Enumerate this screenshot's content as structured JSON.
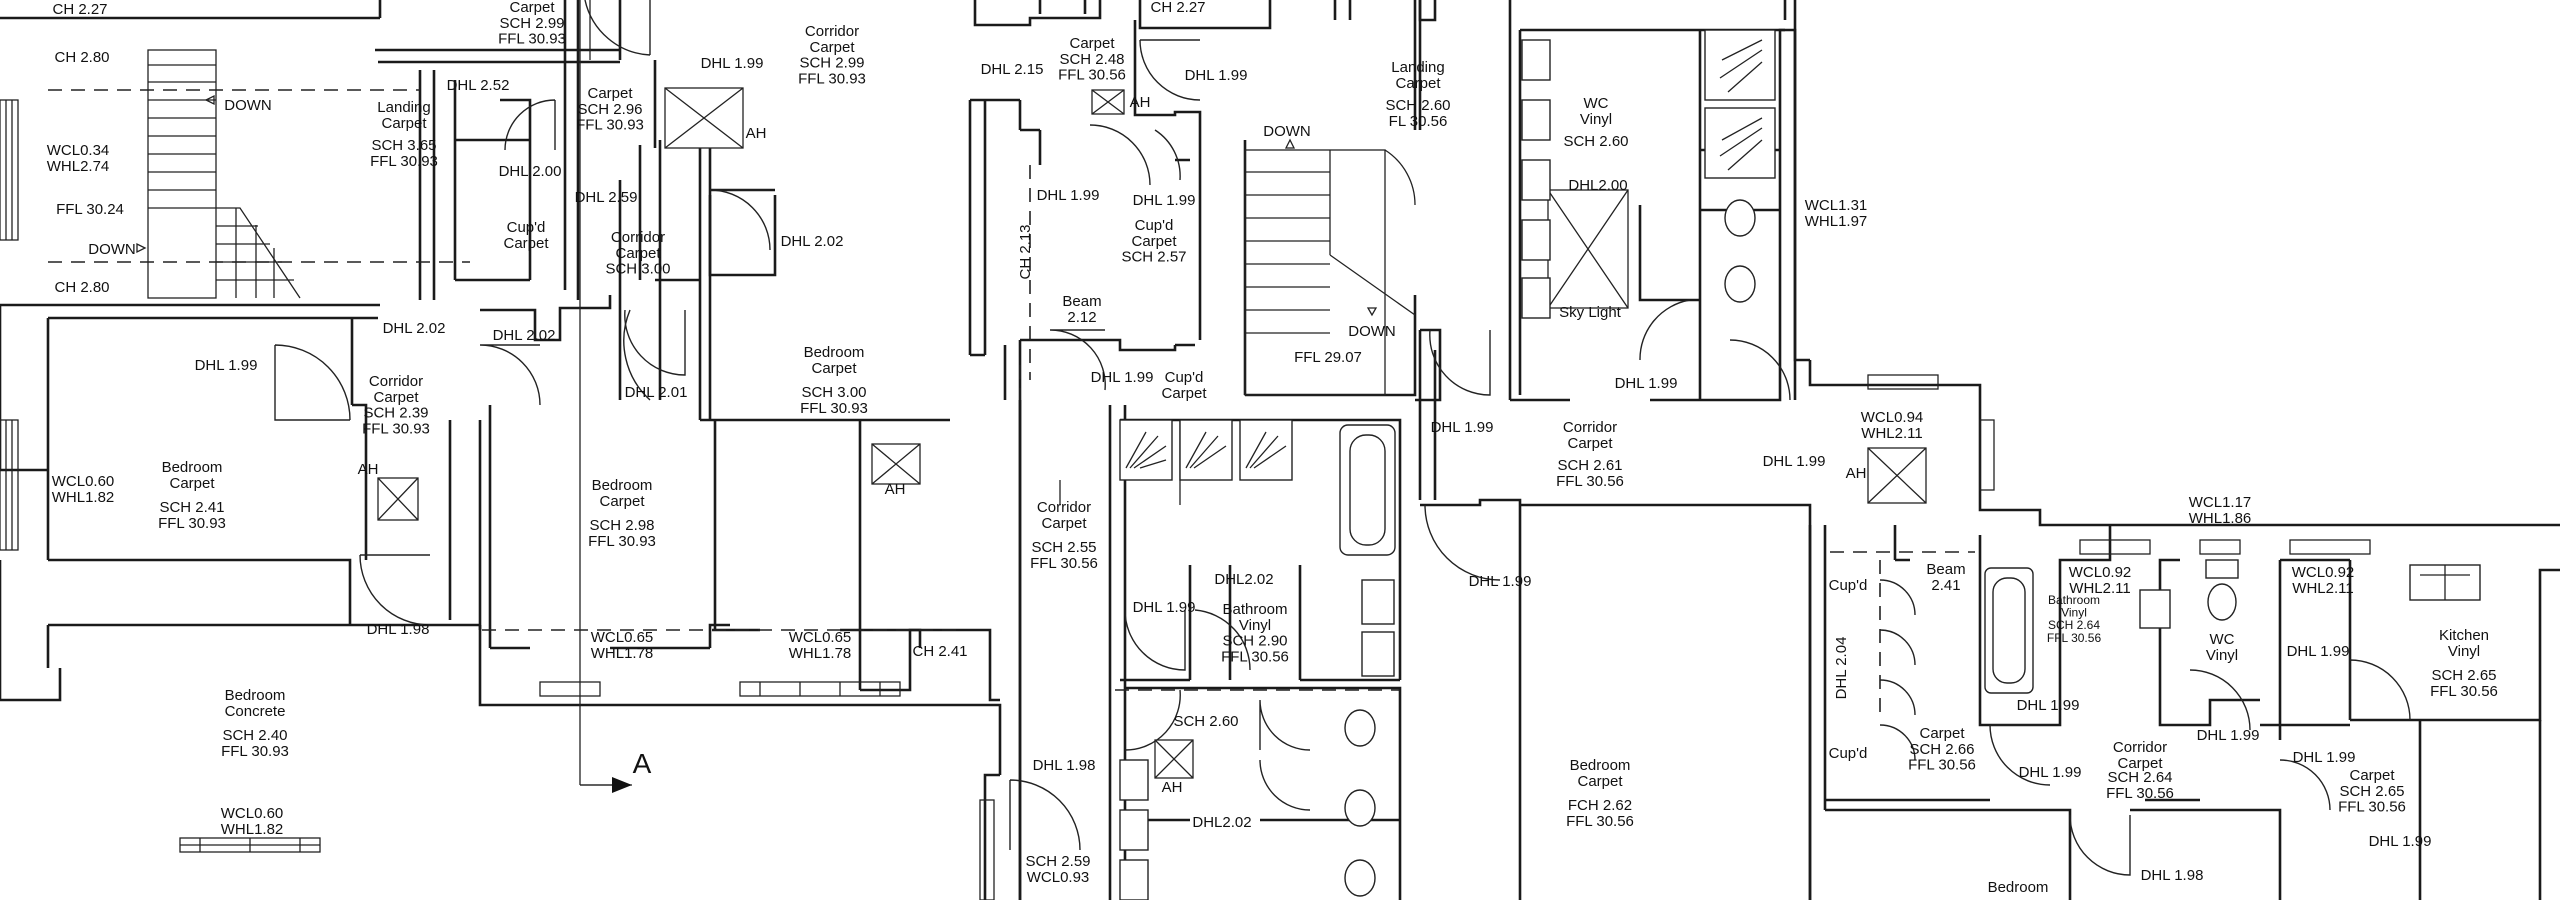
{
  "labels": {
    "t1": [
      "CH 2.27"
    ],
    "t2": [
      "Carpet",
      "SCH 2.99",
      "FFL 30.93"
    ],
    "t3": [
      "CH 2.80"
    ],
    "t4": [
      "DHL 2.52"
    ],
    "t5": [
      "DOWN"
    ],
    "t6": [
      "Landing",
      "Carpet"
    ],
    "t7": [
      "SCH 3.65",
      "FFL 30.93"
    ],
    "t8": [
      "WCL0.34",
      "WHL2.74"
    ],
    "t9": [
      "FFL 30.24"
    ],
    "t10": [
      "DOWN"
    ],
    "t11": [
      "CH 2.80"
    ],
    "t12": [
      "Carpet",
      "SCH 2.96",
      "FFL 30.93"
    ],
    "t13": [
      "DHL 1.99"
    ],
    "t14": [
      "AH"
    ],
    "t15": [
      "DHL 2.00"
    ],
    "t16": [
      "DHL 2.59"
    ],
    "t17": [
      "Cup'd",
      "Carpet"
    ],
    "t18": [
      "Corridor",
      "Carpet",
      "SCH 3.00"
    ],
    "t19": [
      "Corridor",
      "Carpet",
      "SCH 2.99",
      "FFL 30.93"
    ],
    "t20": [
      "DHL 2.02"
    ],
    "t21": [
      "DHL 2.02"
    ],
    "t22": [
      "DHL 2.02"
    ],
    "t23": [
      "DHL 1.99"
    ],
    "t24": [
      "Corridor",
      "Carpet",
      "SCH 2.39",
      "FFL 30.93"
    ],
    "t25": [
      "DHL 2.01"
    ],
    "t26": [
      "WCL0.60",
      "WHL1.82"
    ],
    "t27": [
      "Bedroom",
      "Carpet"
    ],
    "t28": [
      "SCH 2.41",
      "FFL 30.93"
    ],
    "t29": [
      "AH"
    ],
    "t30": [
      "Bedroom",
      "Carpet"
    ],
    "t31": [
      "SCH 2.98",
      "FFL 30.93"
    ],
    "t32": [
      "Bedroom",
      "Carpet"
    ],
    "t33": [
      "SCH 3.00",
      "FFL 30.93"
    ],
    "t34": [
      "AH"
    ],
    "t35": [
      "DHL 1.98"
    ],
    "t36": [
      "WCL0.65",
      "WHL1.78"
    ],
    "t37": [
      "WCL0.65",
      "WHL1.78"
    ],
    "t38": [
      "CH 2.41"
    ],
    "t39": [
      "Bedroom",
      "Concrete"
    ],
    "t40": [
      "SCH 2.40",
      "FFL 30.93"
    ],
    "t41": [
      "WCL0.60",
      "WHL1.82"
    ],
    "t42": [
      "A"
    ],
    "t43": [
      "CH 2.27"
    ],
    "t44": [
      "Carpet",
      "SCH 2.48",
      "FFL 30.56"
    ],
    "t45": [
      "DHL 2.15"
    ],
    "t46": [
      "DHL 1.99"
    ],
    "t47": [
      "AH"
    ],
    "t48": [
      "DHL 1.99"
    ],
    "t49": [
      "DHL 1.99"
    ],
    "t50": [
      "Cup'd",
      "Carpet",
      "SCH 2.57"
    ],
    "t51": [
      "CH 2.13"
    ],
    "t52": [
      "Beam",
      "2.12"
    ],
    "t53": [
      "DHL 1.99"
    ],
    "t54": [
      "Cup'd",
      "Carpet"
    ],
    "t55": [
      "Corridor",
      "Carpet"
    ],
    "t56": [
      "SCH 2.55",
      "FFL 30.56"
    ],
    "t57": [
      "DHL2.02"
    ],
    "t58": [
      "DHL 1.99"
    ],
    "t59": [
      "Bathroom",
      "Vinyl",
      "SCH 2.90",
      "FFL 30.56"
    ],
    "t60": [
      "SCH 2.60"
    ],
    "t61": [
      "AH"
    ],
    "t62": [
      "DHL 1.98"
    ],
    "t63": [
      "DHL2.02"
    ],
    "t64": [
      "SCH 2.59",
      "WCL0.93"
    ],
    "t65": [
      "Landing",
      "Carpet"
    ],
    "t66": [
      "SCH 2.60",
      "FL 30.56"
    ],
    "t67": [
      "DOWN"
    ],
    "t68": [
      "DOWN"
    ],
    "t69": [
      "FFL 29.07"
    ],
    "t70": [
      "WC",
      "Vinyl"
    ],
    "t71": [
      "SCH 2.60"
    ],
    "t72": [
      "DHL2.00"
    ],
    "t73": [
      "Sky Light"
    ],
    "t74": [
      "WCL1.31",
      "WHL1.97"
    ],
    "t75": [
      "DHL 1.99"
    ],
    "t76": [
      "DHL 1.99"
    ],
    "t77": [
      "Corridor",
      "Carpet"
    ],
    "t78": [
      "SCH 2.61",
      "FFL 30.56"
    ],
    "t79": [
      "DHL 1.99"
    ],
    "t80": [
      "DHL 1.99"
    ],
    "t81": [
      "Bedroom",
      "Carpet"
    ],
    "t82": [
      "FCH 2.62",
      "FFL 30.56"
    ],
    "t83": [
      "WCL0.94",
      "WHL2.11"
    ],
    "t84": [
      "AH"
    ],
    "t85": [
      "WCL1.17",
      "WHL1.86"
    ],
    "t86": [
      "Cup'd"
    ],
    "t87": [
      "Beam",
      "2.41"
    ],
    "t88": [
      "DHL 2.04"
    ],
    "t89": [
      "Cup'd"
    ],
    "t90": [
      "Carpet",
      "SCH 2.66",
      "FFL 30.56"
    ],
    "t91": [
      "WCL0.92",
      "WHL2.11"
    ],
    "t92": [
      "Bathroom",
      "Vinyl",
      "SCH 2.64",
      "FFL 30.56"
    ],
    "t93": [
      "DHL 1.99"
    ],
    "t94": [
      "DHL 1.99"
    ],
    "t95": [
      "Corridor",
      "Carpet"
    ],
    "t96": [
      "SCH 2.64",
      "FFL 30.56"
    ],
    "t97": [
      "WC",
      "Vinyl"
    ],
    "t98": [
      "DHL 1.99"
    ],
    "t99": [
      "WCL0.92",
      "WHL2.11"
    ],
    "t100": [
      "DHL 1.99"
    ],
    "t101": [
      "Kitchen",
      "Vinyl"
    ],
    "t102": [
      "SCH 2.65",
      "FFL 30.56"
    ],
    "t103": [
      "DHL 1.99"
    ],
    "t104": [
      "Carpet",
      "SCH 2.65",
      "FFL 30.56"
    ],
    "t105": [
      "DHL 1.99"
    ],
    "t106": [
      "DHL 1.98"
    ],
    "t107": [
      "Bedroom"
    ]
  }
}
